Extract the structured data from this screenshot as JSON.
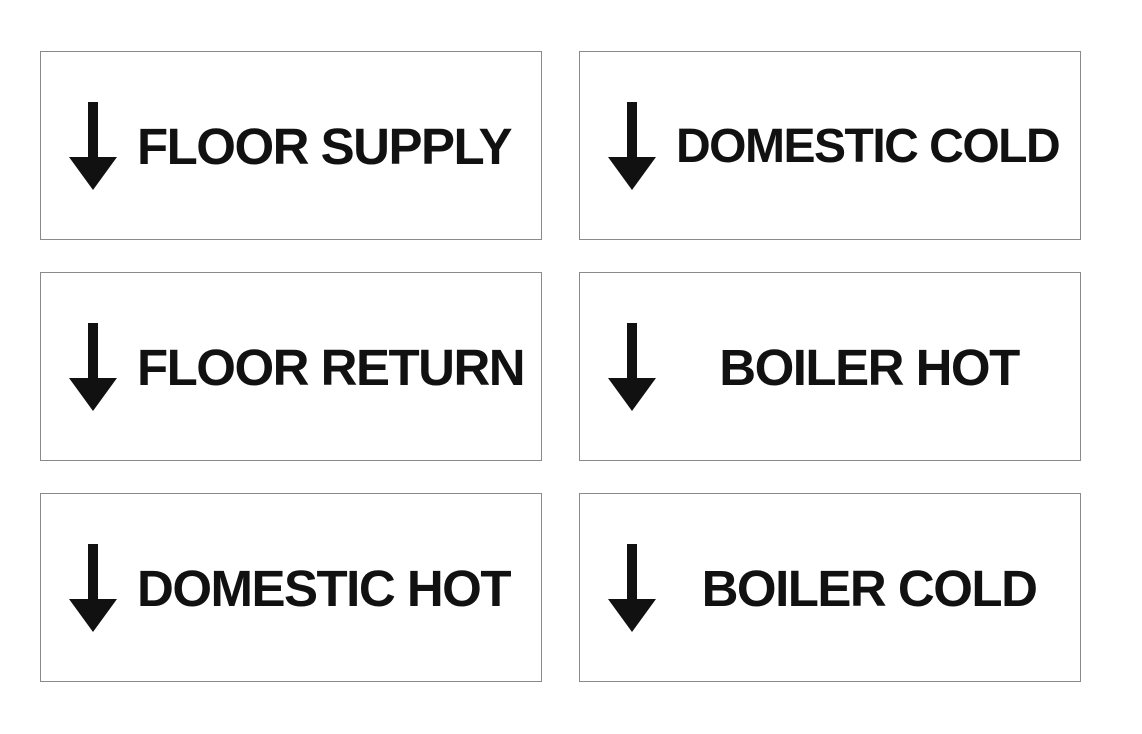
{
  "labels": [
    {
      "text": "FLOOR SUPPLY",
      "arrow_icon": "arrow-down-icon"
    },
    {
      "text": "DOMESTIC COLD",
      "arrow_icon": "arrow-down-icon"
    },
    {
      "text": "FLOOR RETURN",
      "arrow_icon": "arrow-down-icon"
    },
    {
      "text": "BOILER HOT",
      "arrow_icon": "arrow-down-icon"
    },
    {
      "text": "DOMESTIC HOT",
      "arrow_icon": "arrow-down-icon"
    },
    {
      "text": "BOILER COLD",
      "arrow_icon": "arrow-down-icon"
    }
  ],
  "colors": {
    "text": "#111111",
    "border": "#8a8a8a",
    "background": "#ffffff"
  }
}
